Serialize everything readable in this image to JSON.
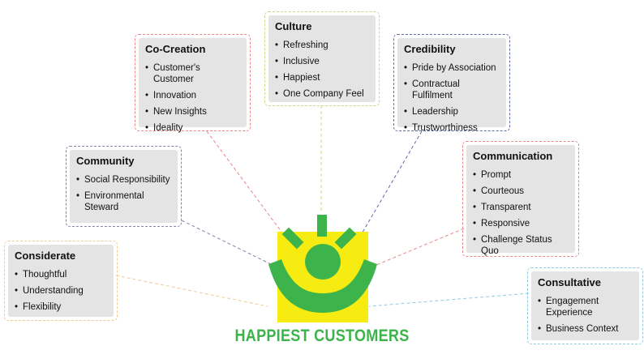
{
  "title": "HAPPIEST CUSTOMERS",
  "colors": {
    "yellow": "#f6ec12",
    "green": "#3cb44b",
    "card_bg": "#e4e4e4"
  },
  "boxes": {
    "considerate": {
      "heading": "Considerate",
      "items": [
        "Thoughtful",
        "Understanding",
        "Flexibility"
      ],
      "border": "#f3c995"
    },
    "community": {
      "heading": "Community",
      "items": [
        "Social Responsibility",
        "Environmental Steward"
      ],
      "border": "#7e86a8"
    },
    "cocreation": {
      "heading": "Co-Creation",
      "items": [
        "Customer's Customer",
        "Innovation",
        "New Insights",
        "Ideality"
      ],
      "border": "#e8868a"
    },
    "culture": {
      "heading": "Culture",
      "items": [
        "Refreshing",
        "Inclusive",
        "Happiest",
        "One Company Feel"
      ],
      "border": "#c8db84"
    },
    "credibility": {
      "heading": "Credibility",
      "items": [
        "Pride by Association",
        "Contractual Fulfilment",
        "Leadership",
        "Trustworthiness"
      ],
      "border": "#5d6ba8"
    },
    "communication": {
      "heading": "Communication",
      "items": [
        "Prompt",
        "Courteous",
        "Transparent",
        "Responsive",
        "Challenge Status Quo"
      ],
      "border": "#e6888a"
    },
    "consultative": {
      "heading": "Consultative",
      "items": [
        "Engagement Experience",
        "Business Context"
      ],
      "border": "#8fcbe0"
    }
  }
}
